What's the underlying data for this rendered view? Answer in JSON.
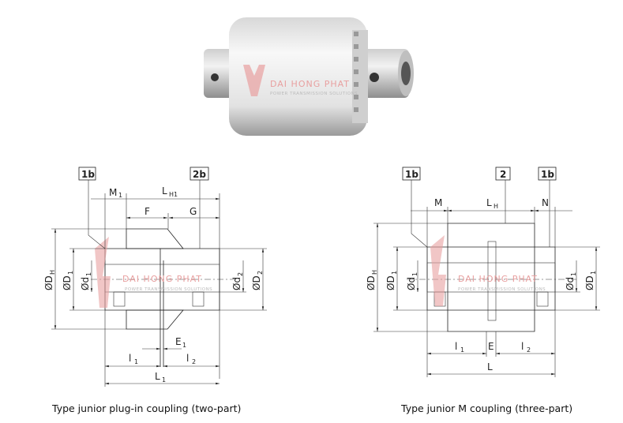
{
  "product_photo": {
    "watermark_brand": "DAI HONG PHAT",
    "watermark_tagline": "POWER TRANSMISSION SOLUTIONS"
  },
  "left_drawing": {
    "caption": "Type junior plug-in coupling (two-part)",
    "part_labels": [
      "1b",
      "2b"
    ],
    "dims": {
      "M1": "M",
      "M1_sub": "1",
      "LH1": "L",
      "LH1_sub": "H1",
      "F": "F",
      "G": "G",
      "DH": "ØD",
      "DH_sub": "H",
      "D1": "ØD",
      "D1_sub": "1",
      "d1": "Ød",
      "d1_sub": "1",
      "d2": "Ød",
      "d2_sub": "2",
      "D2": "ØD",
      "D2_sub": "2",
      "E1": "E",
      "E1_sub": "1",
      "l1": "l",
      "l1_sub": "1",
      "l2": "l",
      "l2_sub": "2",
      "L1": "L",
      "L1_sub": "1"
    },
    "watermark_brand": "DAI HONG PHAT",
    "watermark_tagline": "POWER TRANSMISSION SOLUTIONS"
  },
  "right_drawing": {
    "caption": "Type junior M coupling (three-part)",
    "part_labels": [
      "1b",
      "2",
      "1b"
    ],
    "dims": {
      "M": "M",
      "LH": "L",
      "LH_sub": "H",
      "N": "N",
      "DH": "ØD",
      "DH_sub": "H",
      "D1": "ØD",
      "D1_sub": "1",
      "d1": "Ød",
      "d1_sub": "1",
      "d1r": "Ød",
      "d1r_sub": "1",
      "D1r": "ØD",
      "D1r_sub": "1",
      "l1": "l",
      "l1_sub": "1",
      "E": "E",
      "l2": "l",
      "l2_sub": "2",
      "L": "L"
    },
    "watermark_brand": "DAI HONG PHAT",
    "watermark_tagline": "POWER TRANSMISSION SOLUTIONS"
  },
  "colors": {
    "watermark": "#e8a0a0",
    "line": "#222222"
  }
}
